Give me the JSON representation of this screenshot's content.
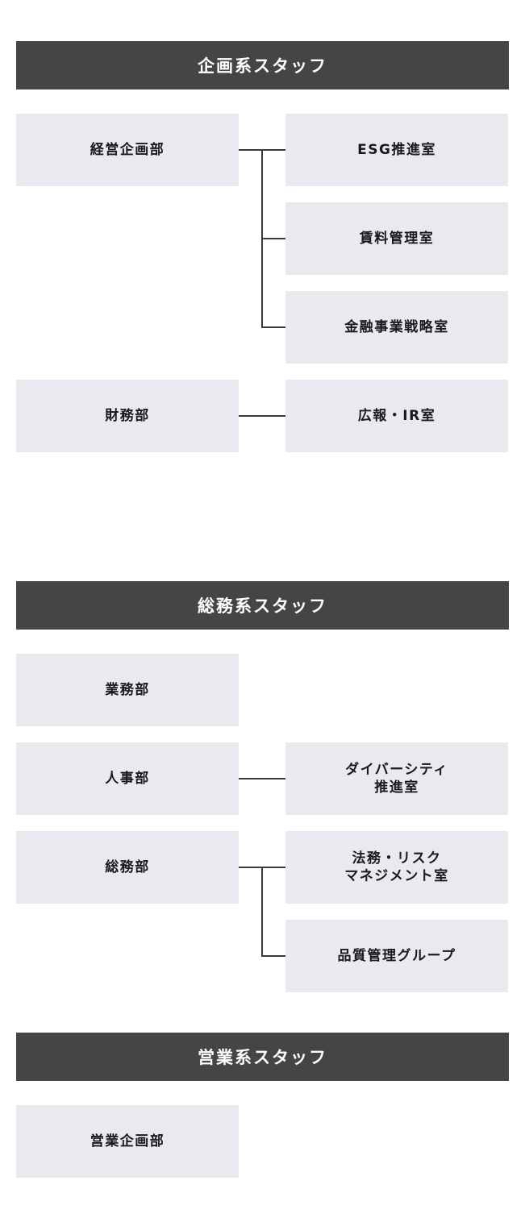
{
  "sections": [
    {
      "title": "企画系スタッフ",
      "groups": [
        {
          "dept": "経営企画部",
          "subs": [
            "ESG推進室",
            "賃料管理室",
            "金融事業戦略室"
          ]
        },
        {
          "dept": "財務部",
          "subs": [
            "広報・IR室"
          ]
        }
      ]
    },
    {
      "title": "総務系スタッフ",
      "groups": [
        {
          "dept": "業務部",
          "subs": []
        },
        {
          "dept": "人事部",
          "subs": [
            "ダイバーシティ\n推進室"
          ]
        },
        {
          "dept": "総務部",
          "subs": [
            "法務・リスク\nマネジメント室",
            "品質管理グループ"
          ]
        }
      ]
    },
    {
      "title": "営業系スタッフ",
      "groups": [
        {
          "dept": "営業企画部",
          "subs": []
        }
      ]
    }
  ]
}
